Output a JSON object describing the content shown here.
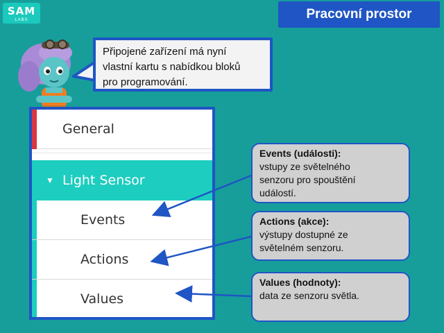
{
  "logo": {
    "brand": "SAM",
    "sub": "LABS"
  },
  "header": {
    "title": "Pracovní prostor"
  },
  "speech": {
    "text_line1": "Připojené zařízení má nyní",
    "text_line2": "vlastní kartu s nabídkou bloků",
    "text_line3": "pro programování."
  },
  "panel": {
    "general_label": "General",
    "sensor_label": "Light Sensor",
    "items": [
      {
        "label": "Events"
      },
      {
        "label": "Actions"
      },
      {
        "label": "Values"
      }
    ]
  },
  "callouts": {
    "events": {
      "title": "Events (události):",
      "line1": "vstupy ze světelného",
      "line2": "senzoru pro spouštění",
      "line3": "událostí."
    },
    "actions": {
      "title": "Actions (akce):",
      "line1": "výstupy dostupné ze",
      "line2": "světelném senzoru."
    },
    "values": {
      "title": "Values (hodnoty):",
      "line1": "data ze senzoru světla."
    }
  },
  "colors": {
    "background": "#179e9b",
    "accent_blue": "#1f55c4",
    "teal": "#1dcdbf",
    "red": "#d8373f",
    "callout_bg": "#d0d0d0"
  },
  "icons": {
    "expand": "triangle-down-icon"
  }
}
